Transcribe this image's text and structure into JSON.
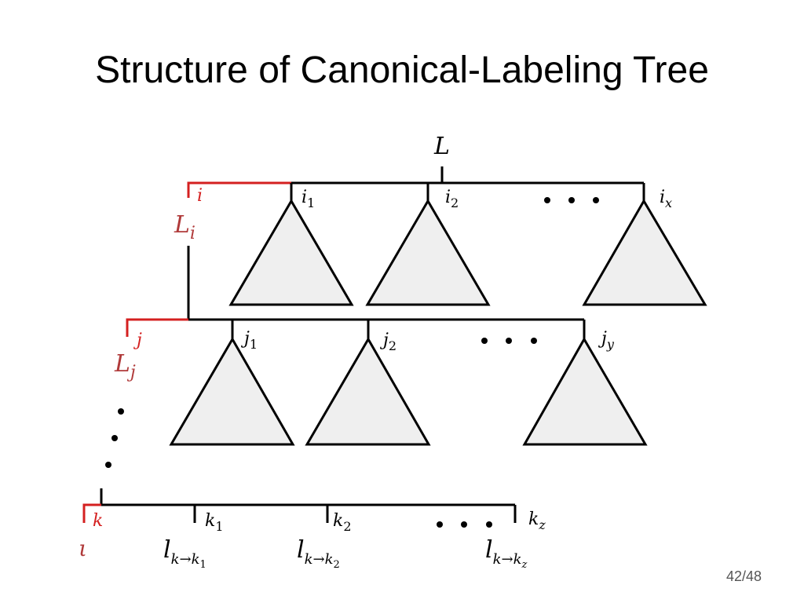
{
  "slide": {
    "title": "Structure of Canonical-Labeling Tree",
    "page_number": "42/48"
  },
  "colors": {
    "accent_red": "#d42020",
    "red_label": "#b03a3a",
    "line": "#000000",
    "triangle_fill": "#efefef"
  },
  "diagram": {
    "root_label": "L",
    "levels": [
      {
        "highlight_child": "i",
        "highlight_label": "L",
        "highlight_label_sub": "i",
        "children": [
          {
            "base": "i",
            "sub": "1"
          },
          {
            "base": "i",
            "sub": "2"
          },
          {
            "base": "i",
            "sub": "x"
          }
        ],
        "ellipsis": "• • •"
      },
      {
        "highlight_child": "j",
        "highlight_label": "L",
        "highlight_label_sub": "j",
        "children": [
          {
            "base": "j",
            "sub": "1"
          },
          {
            "base": "j",
            "sub": "2"
          },
          {
            "base": "j",
            "sub": "y"
          }
        ],
        "ellipsis": "• • •"
      },
      {
        "highlight_child": "k",
        "highlight_label": "ι",
        "children": [
          {
            "base": "k",
            "sub": "1",
            "leaf_base": "l",
            "leaf_sub": "k→k",
            "leaf_subsub": "1"
          },
          {
            "base": "k",
            "sub": "2",
            "leaf_base": "l",
            "leaf_sub": "k→k",
            "leaf_subsub": "2"
          },
          {
            "base": "k",
            "sub": "z",
            "leaf_base": "l",
            "leaf_sub": "k→k",
            "leaf_subsub": "z"
          }
        ],
        "ellipsis": "• • •"
      }
    ]
  }
}
